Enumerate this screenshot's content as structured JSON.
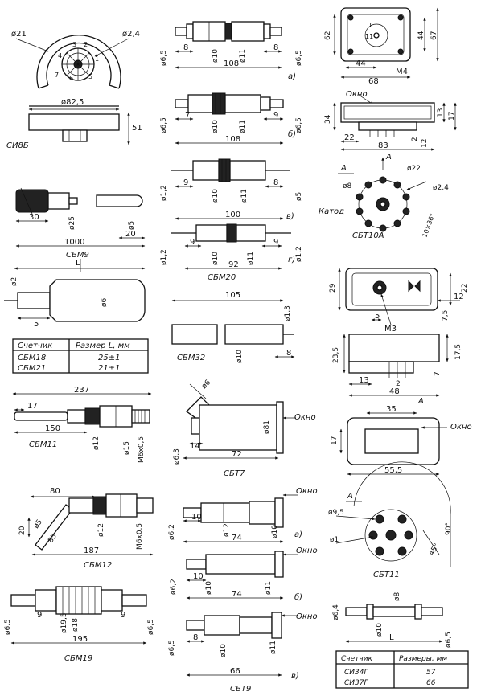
{
  "sheet": {
    "dims": {
      "sbm_cap_d21": "ø21",
      "sbm_cap_d24": "ø2,4",
      "sbm_cap_n1": "1",
      "sbm_cap_n2": "2",
      "sbm_cap_n3": "3",
      "sbm_cap_n4": "4",
      "sbm_cap_n5": "5",
      "sbm_cap_n6": "6",
      "sbm_cap_n7": "7",
      "sbm_cap_d825": "ø82,5",
      "sbm_cap_h51": "51",
      "sbm9_30": "30",
      "sbm9_d25": "ø25",
      "sbm9_d5": "ø5",
      "sbm9_1000": "1000",
      "sbm9_20": "20",
      "sbm18_d2": "ø2",
      "sbm18_d6": "ø6",
      "sbm18_5": "5",
      "sbm18_L": "L",
      "sbm11_237": "237",
      "sbm11_17": "17",
      "sbm11_150": "150",
      "sbm11_d12": "ø12",
      "sbm11_d15": "ø15",
      "sbm11_m6": "M6x0,5",
      "sbm12_80": "80",
      "sbm12_20": "20",
      "sbm12_d5": "ø5",
      "sbm12_d12": "ø12",
      "sbm12_m6": "M6x0,5",
      "sbm12_187": "187",
      "sbm12_85": "85",
      "sbm19_d65": "ø6,5",
      "sbm19_9a": "9",
      "sbm19_d195": "ø19,5",
      "sbm19_d18": "ø18",
      "sbm19_9b": "9",
      "sbm19_195": "195",
      "sbm19_d65b": "ø6,5",
      "a_d65": "ø6,5",
      "a_8": "8",
      "a_d10": "ø10",
      "a_d11": "ø11",
      "a_8b": "8",
      "a_d65b": "ø6,5",
      "a_108": "108",
      "a_label": "а)",
      "b_d65": "ø6,5",
      "b_7": "7",
      "b_d10": "ø10",
      "b_d11": "ø11",
      "b_9": "9",
      "b_d65b": "ø6,5",
      "b_108": "108",
      "b_label": "б)",
      "v_d12": "ø1,2",
      "v_9": "9",
      "v_d10": "ø10",
      "v_d11": "ø11",
      "v_8": "8",
      "v_d5": "ø5",
      "v_100": "100",
      "v_label": "в)",
      "g_d12": "ø1,2",
      "g_9": "9",
      "g_d10": "ø10",
      "g_d11": "ø11",
      "g_9b": "9",
      "g_d12b": "ø1,2",
      "g_92": "92",
      "g_label": "г)",
      "sbm32_105": "105",
      "sbm32_d13": "ø1,3",
      "sbm32_d10": "ø10",
      "sbm32_8": "8",
      "sbt7_d6": "ø6",
      "sbt7_d81": "ø81",
      "sbt7_d63": "ø6,3",
      "sbt7_14": "14",
      "sbt7_72": "72",
      "sbt7_window": "Окно",
      "sbt9a_d62": "ø6,2",
      "sbt9a_10": "10",
      "sbt9a_d12": "ø12",
      "sbt9a_d10": "ø10",
      "sbt9a_74": "74",
      "sbt9a_label": "а)",
      "sbt9a_window": "Окно",
      "sbt9b_d62": "ø6,2",
      "sbt9b_10": "10",
      "sbt9b_d10": "ø10",
      "sbt9b_d11": "ø11",
      "sbt9b_74": "74",
      "sbt9b_label": "б)",
      "sbt9b_window": "Окно",
      "sbt9c_d65": "ø6,5",
      "sbt9c_8": "8",
      "sbt9c_d10": "ø10",
      "sbt9c_d11": "ø11",
      "sbt9c_66": "66",
      "sbt9c_label": "в)",
      "sbt9c_window": "Окно",
      "sbt10_62": "62",
      "sbt10_44": "44",
      "sbt10_67": "67",
      "sbt10_44b": "44",
      "sbt10_68": "68",
      "sbt10_m4": "M4",
      "sbt10_1": "1",
      "sbt10_11": "11",
      "sbt10_window": "Окно",
      "sbt10_34": "34",
      "sbt10_13": "13",
      "sbt10_17": "17",
      "sbt10_22": "22",
      "sbt10_83": "83",
      "sbt10_2": "2",
      "sbt10_12": "12",
      "sbt10_A": "А",
      "sbt10_A2": "А",
      "sbt10_d8": "ø8",
      "sbt10_d22": "ø22",
      "sbt10_d24": "ø2,4",
      "sbt10_cathode": "Катод",
      "sbt10_angle": "10×36°",
      "sbt_29": "29",
      "sbt_22": "22",
      "sbt_12": "12",
      "sbt_5": "5",
      "sbt_m3": "M3",
      "sbt_75": "7,5",
      "sbt_235": "23,5",
      "sbt_175": "17,5",
      "sbt_7": "7",
      "sbt_13": "13",
      "sbt_48": "48",
      "sbt_2": "2",
      "sbt_A": "А",
      "sbt_35": "35",
      "sbt_window": "Окно",
      "sbt_17": "17",
      "sbt_555": "55,5",
      "sbt11_A": "А",
      "sbt11_d95": "ø9,5",
      "sbt11_d1": "ø1",
      "sbt11_90": "90°",
      "sbt11_45": "45°",
      "si_d64": "ø6,4",
      "si_d8": "ø8",
      "si_d10": "ø10",
      "si_L": "L",
      "si_d65": "ø6,5"
    },
    "labels": {
      "si8b": "СИ8Б",
      "sbm9": "СБМ9",
      "sbm11": "СБМ11",
      "sbm12": "СБМ12",
      "sbm19": "СБМ19",
      "sbm20": "СБМ20",
      "sbm32": "СБМ32",
      "sbt7": "СБТ7",
      "sbt9": "СБТ9",
      "sbt10a": "СБТ10А",
      "sbt11": "СБТ11"
    },
    "table1": {
      "headers": [
        "Счетчик",
        "Размер L, мм"
      ],
      "rows": [
        [
          "СБМ18",
          "25±1"
        ],
        [
          "СБМ21",
          "21±1"
        ]
      ]
    },
    "table2": {
      "headers": [
        "Счетчик",
        "Размеры, мм"
      ],
      "rows": [
        [
          "СИ34Г",
          "57"
        ],
        [
          "СИ37Г",
          "66"
        ]
      ]
    }
  }
}
